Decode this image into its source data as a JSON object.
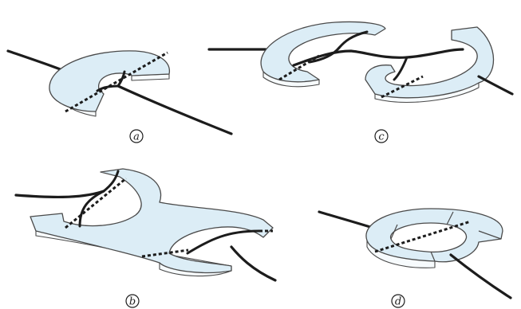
{
  "figure": {
    "colors": {
      "ribbon_fill": "#dcedf6",
      "ribbon_edge": "#4a4a4a",
      "ribbon_side": "#f7fbfd",
      "wire": "#1c1c1c",
      "label_circle": "#ffffff"
    },
    "panels": [
      {
        "label": "a",
        "shape": "single C-shaped ribbon with a Y-junction wire"
      },
      {
        "label": "b",
        "shape": "S-shaped ribbon with two C ends"
      },
      {
        "label": "c",
        "shape": "two separate C-shaped ribbons"
      },
      {
        "label": "d",
        "shape": "closed ring ribbon"
      }
    ]
  }
}
